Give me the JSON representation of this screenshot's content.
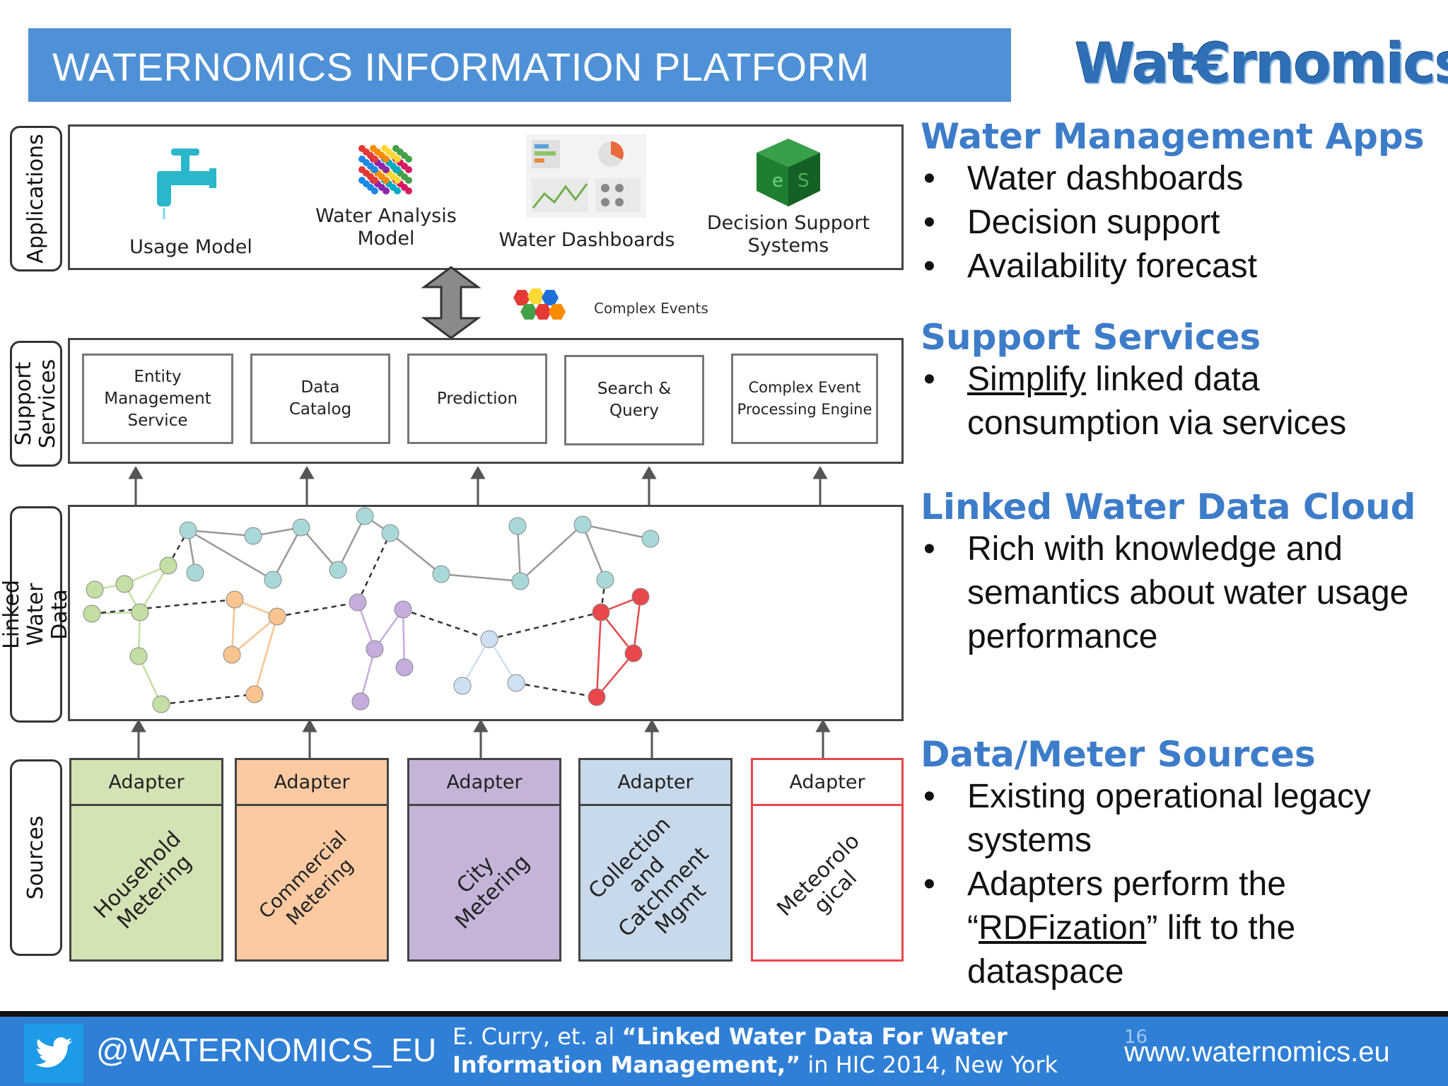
{
  "title": "WATERNOMICS INFORMATION PLATFORM",
  "logo_text": "Wat€rnomics",
  "layers": {
    "applications": "Applications",
    "support_services": "Support\nServices",
    "linked_water_data": "Linked Water\nData",
    "sources": "Sources"
  },
  "apps": [
    {
      "label": "Usage Model",
      "icon": "faucet-icon"
    },
    {
      "label": "Water Analysis\nModel",
      "icon": "molecule-cube-icon"
    },
    {
      "label": "Water Dashboards",
      "icon": "dashboard-screenshot-icon"
    },
    {
      "label": "Decision Support\nSystems",
      "icon": "green-cube-icon"
    }
  ],
  "complex_events_label": "Complex Events",
  "services": [
    "Entity\nManagement\nService",
    "Data\nCatalog",
    "Prediction",
    "Search &\nQuery",
    "Complex Event\nProcessing Engine"
  ],
  "sources": [
    {
      "adapter": "Adapter",
      "name": "Household\nMetering",
      "color": "#d3e3b4"
    },
    {
      "adapter": "Adapter",
      "name": "Commercial\nMetering",
      "color": "#fbcaa2"
    },
    {
      "adapter": "Adapter",
      "name": "City\nMetering",
      "color": "#c6b4d8"
    },
    {
      "adapter": "Adapter",
      "name": "Collection\nand\nCatchment\nMgmt",
      "color": "#c7d9ea"
    },
    {
      "adapter": "Adapter",
      "name": "Meteorolo\ngical",
      "color": "#ffffff"
    }
  ],
  "right_panel": {
    "sections": [
      {
        "heading": "Water Management Apps",
        "bullets": [
          "Water dashboards",
          "Decision support",
          "Availability forecast"
        ]
      },
      {
        "heading": "Support Services",
        "bullets": [
          "Simplify linked data consumption via services"
        ]
      },
      {
        "heading": "Linked Water Data Cloud",
        "bullets": [
          "Rich with knowledge and semantics about water usage performance"
        ]
      },
      {
        "heading": "Data/Meter Sources",
        "bullets": [
          "Existing operational legacy systems",
          "Adapters perform the “RDFization” lift to the dataspace"
        ]
      }
    ]
  },
  "footer": {
    "handle": "@WATERNOMICS_EU",
    "citation_line1_prefix": "E. Curry, et. al ",
    "citation_line1_bold": "“Linked Water Data For Water",
    "citation_line2_bold": "Information Management,”",
    "citation_line2_suffix": " in HIC 2014, New York",
    "page_number": "16",
    "website": "www.waternomics.eu"
  },
  "colors": {
    "title_bar": "#4f91d6",
    "heading_blue": "#3d7cc9",
    "footer_blue": "#2f7fd6",
    "green_nodes": "#c3dfa3",
    "orange_nodes": "#f9c48f",
    "purple_nodes": "#c4acdc",
    "teal_nodes": "#a9d8d8",
    "lightblue_nodes": "#cfe0f3",
    "red_nodes": "#e8474c"
  }
}
